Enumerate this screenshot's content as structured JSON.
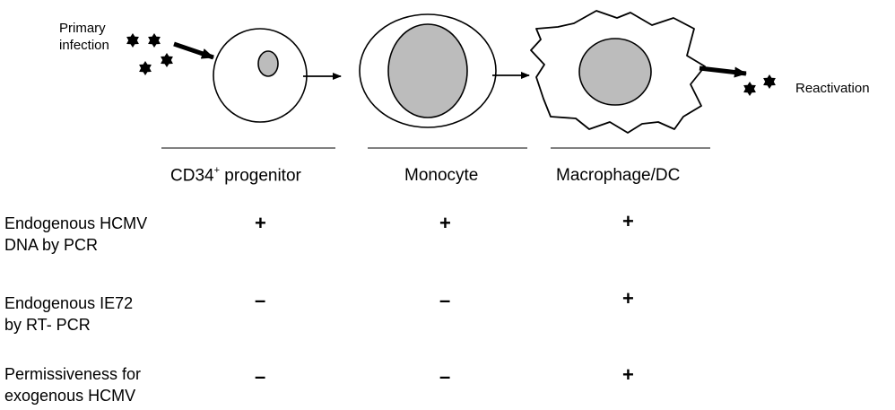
{
  "top": {
    "primary_infection": [
      "Primary",
      "infection"
    ],
    "reactivation": "Reactivation"
  },
  "stages": [
    {
      "label": "CD34",
      "sup": "+",
      "suffix": " progenitor"
    },
    {
      "label": "Monocyte"
    },
    {
      "label": "Macrophage/DC"
    }
  ],
  "rows": [
    {
      "lines": [
        "Endogenous HCMV",
        "DNA by PCR"
      ],
      "values": [
        "+",
        "+",
        "+"
      ]
    },
    {
      "lines": [
        "Endogenous IE72",
        "by RT- PCR"
      ],
      "values": [
        "–",
        "–",
        "+"
      ]
    },
    {
      "lines": [
        "Permissiveness for",
        "exogenous HCMV"
      ],
      "values": [
        "–",
        "–",
        "+"
      ]
    }
  ],
  "colors": {
    "nucleus_fill": "#bcbcbc",
    "stroke": "#000000"
  }
}
